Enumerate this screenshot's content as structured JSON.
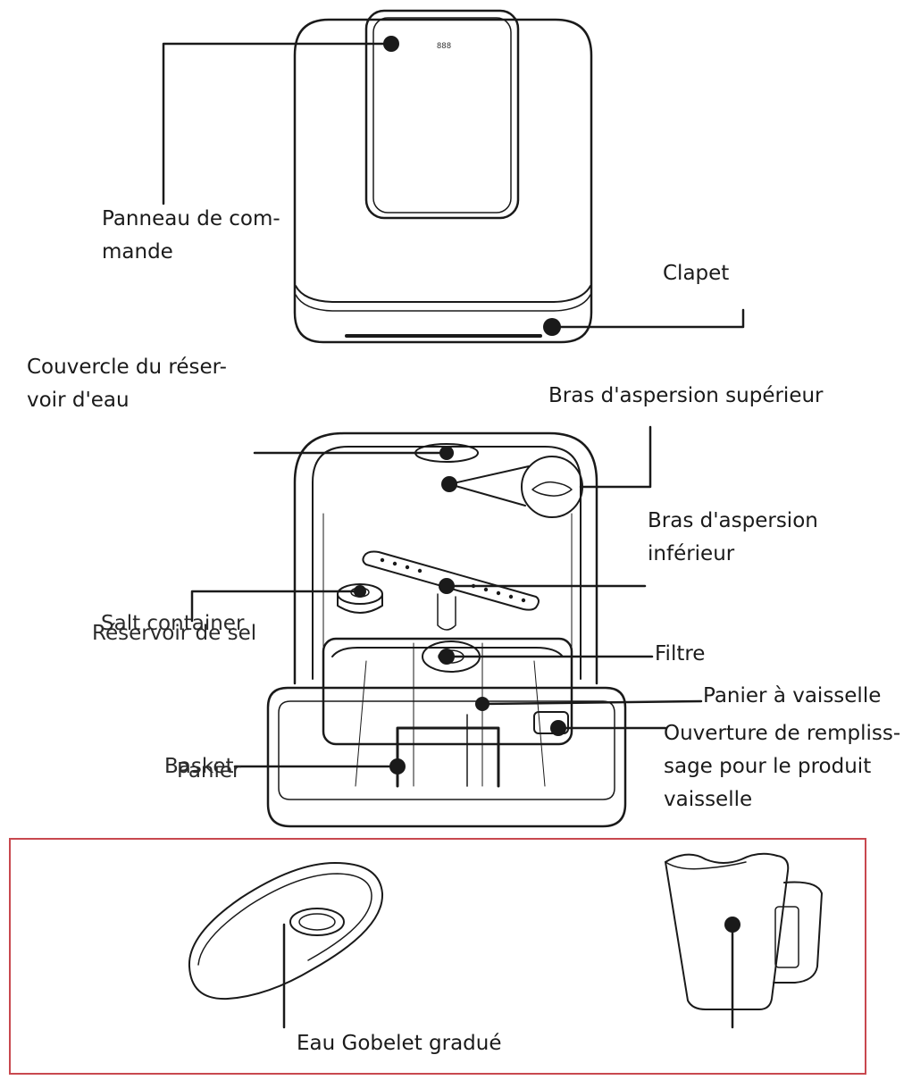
{
  "display_text": "888",
  "colors": {
    "line": "#1a1a1a",
    "accessory_frame": "#c8484f"
  },
  "labels": {
    "control_panel": [
      "Panneau de com-",
      "mande"
    ],
    "flap": "Clapet",
    "tank_lid": [
      "Couvercle du réser-",
      "voir d'eau"
    ],
    "upper_arm": "Bras d'aspersion supérieur",
    "lower_arm": [
      "Bras d'aspersion",
      "inférieur"
    ],
    "salt_en": "Salt container",
    "salt_fr": "Réservoir de sel",
    "filter": "Filtre",
    "dish_basket": "Panier à vaisselle",
    "detergent": [
      "Ouverture de rempliss-",
      "sage pour le produit",
      "vaisselle"
    ],
    "basket_en": "Basket",
    "basket_fr": "Panier",
    "accessories": "Eau Gobelet gradué"
  }
}
